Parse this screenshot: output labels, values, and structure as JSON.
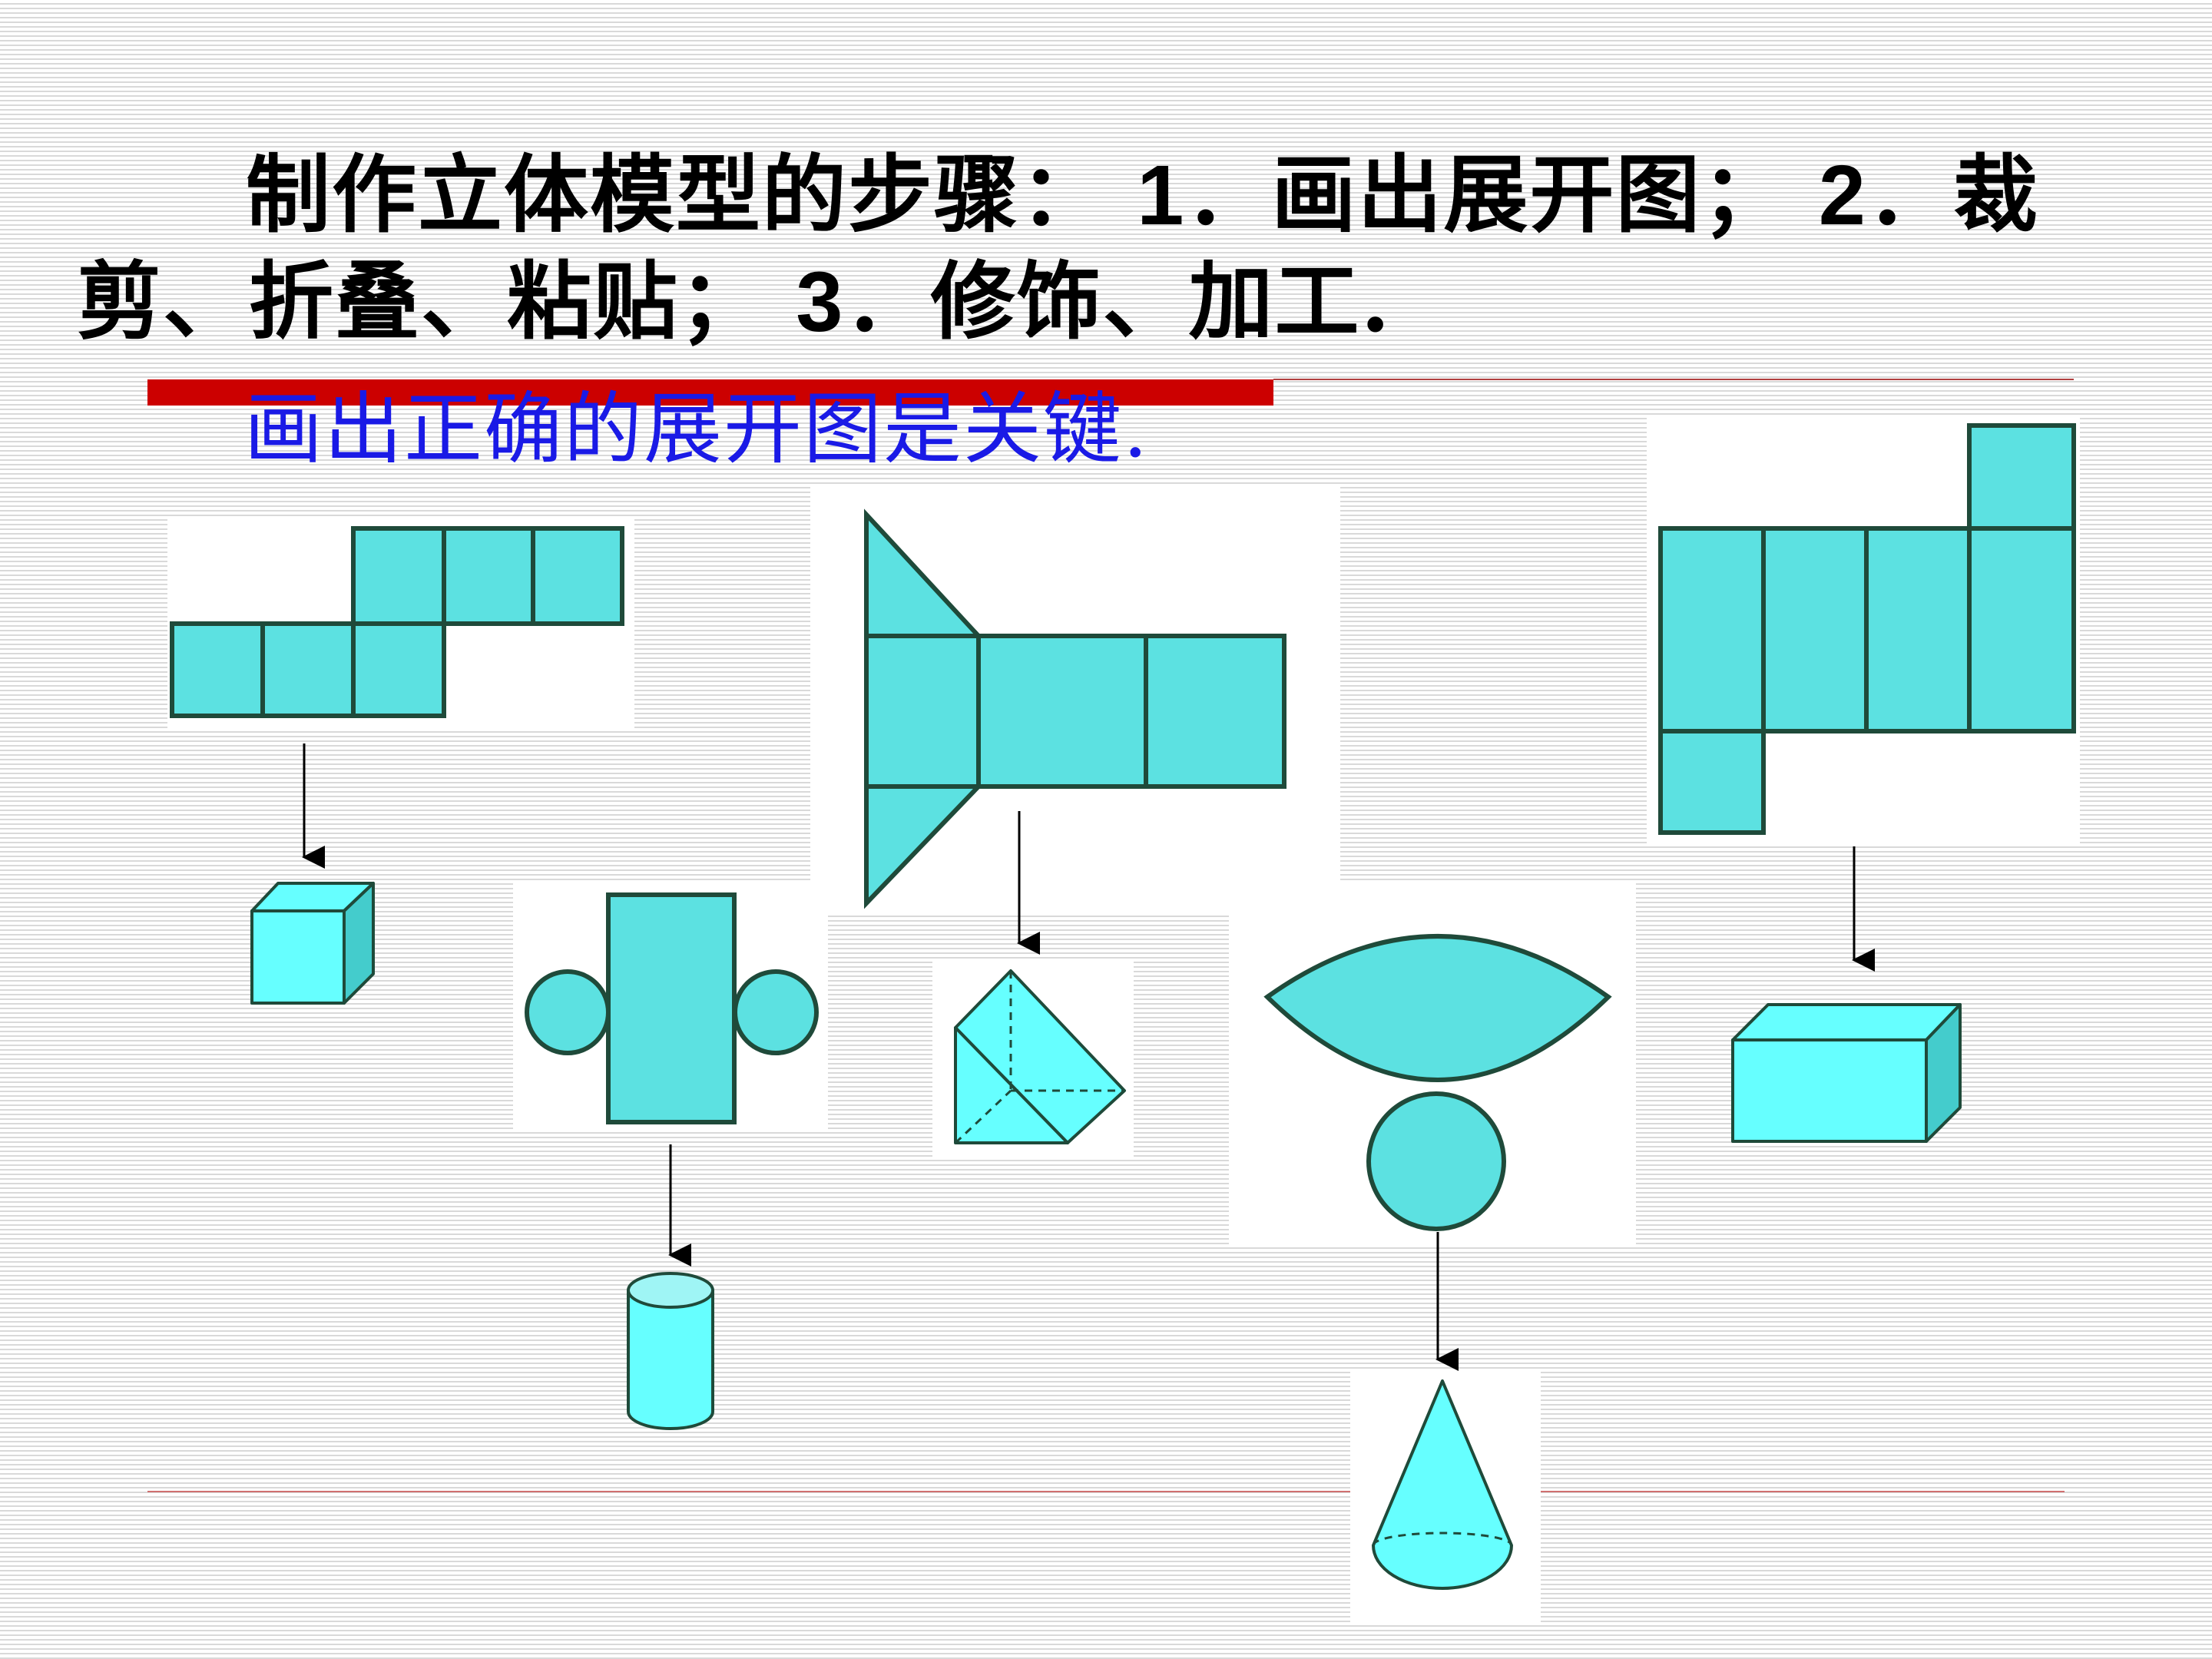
{
  "title": {
    "part1": "制作立体模型的步骤：",
    "n1": "1",
    "part2": "．画出展开图；",
    "n2": "2",
    "part3": "．裁剪、折叠、粘贴；",
    "n3": "3",
    "part4": "．修饰、加工."
  },
  "subtitle": "画出正确的展开图是关键.",
  "colors": {
    "fill": "#5ce1e1",
    "fill_light": "#66ffff",
    "fill_dark": "#40c8c8",
    "stroke": "#1f4a3a",
    "accent_red": "#cc0000",
    "subtitle_blue": "#1a1ae6"
  },
  "figures": [
    {
      "net": "cube-net",
      "solid": "cube"
    },
    {
      "net": "cylinder-net",
      "solid": "cylinder"
    },
    {
      "net": "triangular-prism-net",
      "solid": "triangular-prism"
    },
    {
      "net": "cone-net",
      "solid": "cone"
    },
    {
      "net": "cuboid-net",
      "solid": "cuboid"
    }
  ]
}
